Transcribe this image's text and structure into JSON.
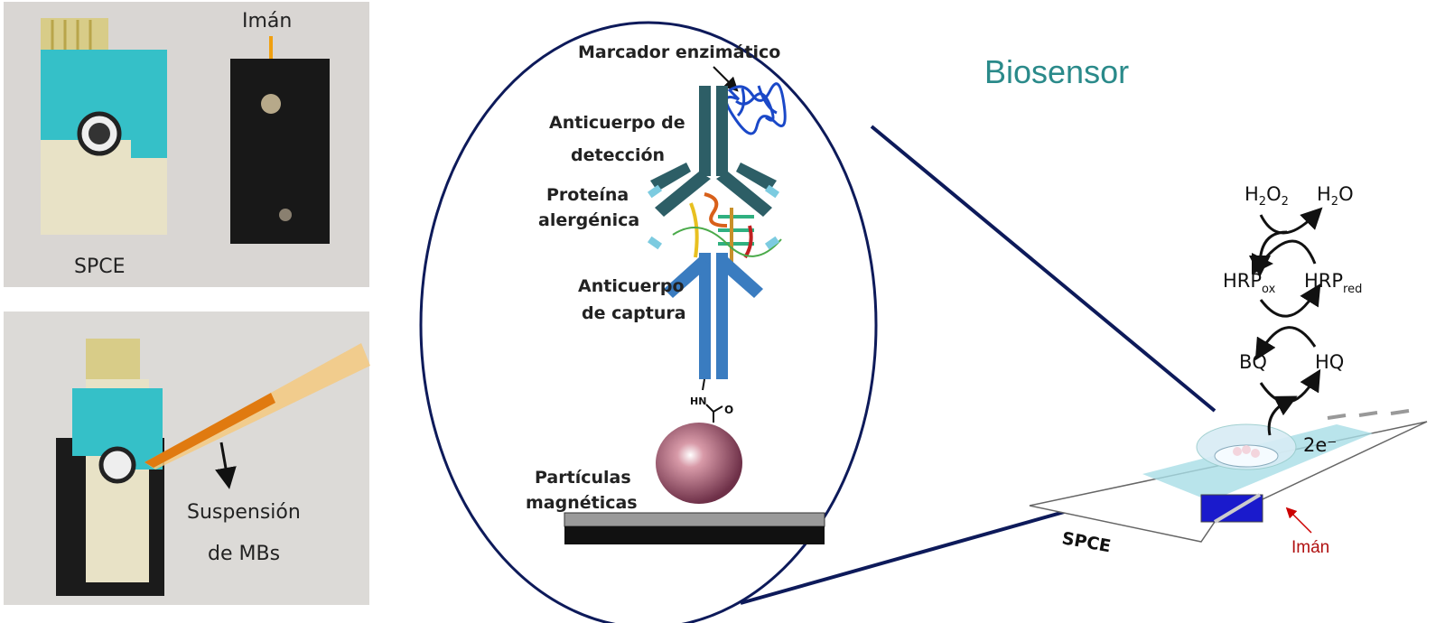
{
  "photos": {
    "top": {
      "spce_label": "SPCE",
      "magnet_label": "Imán"
    },
    "bottom": {
      "suspension_label_1": "Suspensión",
      "suspension_label_2": "de MBs"
    }
  },
  "assay": {
    "enzyme_label": "Marcador enzimático",
    "detection_ab_1": "Anticuerpo de",
    "detection_ab_2": "detección",
    "protein_1": "Proteína",
    "protein_2": "alergénica",
    "capture_ab_1": "Anticuerpo",
    "capture_ab_2": "de captura",
    "particles_1": "Partículas",
    "particles_2": "magnéticas",
    "linker_hn": "HN",
    "linker_o": "O"
  },
  "biosensor": {
    "title": "Biosensor",
    "h2o2": "H",
    "h2o2_sub1": "2",
    "h2o2_o": "O",
    "h2o2_sub2": "2",
    "h2o": "H",
    "h2o_sub": "2",
    "h2o_o": "O",
    "hrp_ox": "HRP",
    "hrp_ox_sub": "ox",
    "hrp_red": "HRP",
    "hrp_red_sub": "red",
    "bq": "BQ",
    "hq": "HQ",
    "electrons": "2e⁻",
    "spce_label": "SPCE",
    "magnet_label": "Imán"
  },
  "colors": {
    "title": "#2a8a8a",
    "navy": "#0d1a5a",
    "magnet_red": "#b01010",
    "teal_ab": "#2d5e66",
    "blue_ab": "#3a7cc0"
  }
}
